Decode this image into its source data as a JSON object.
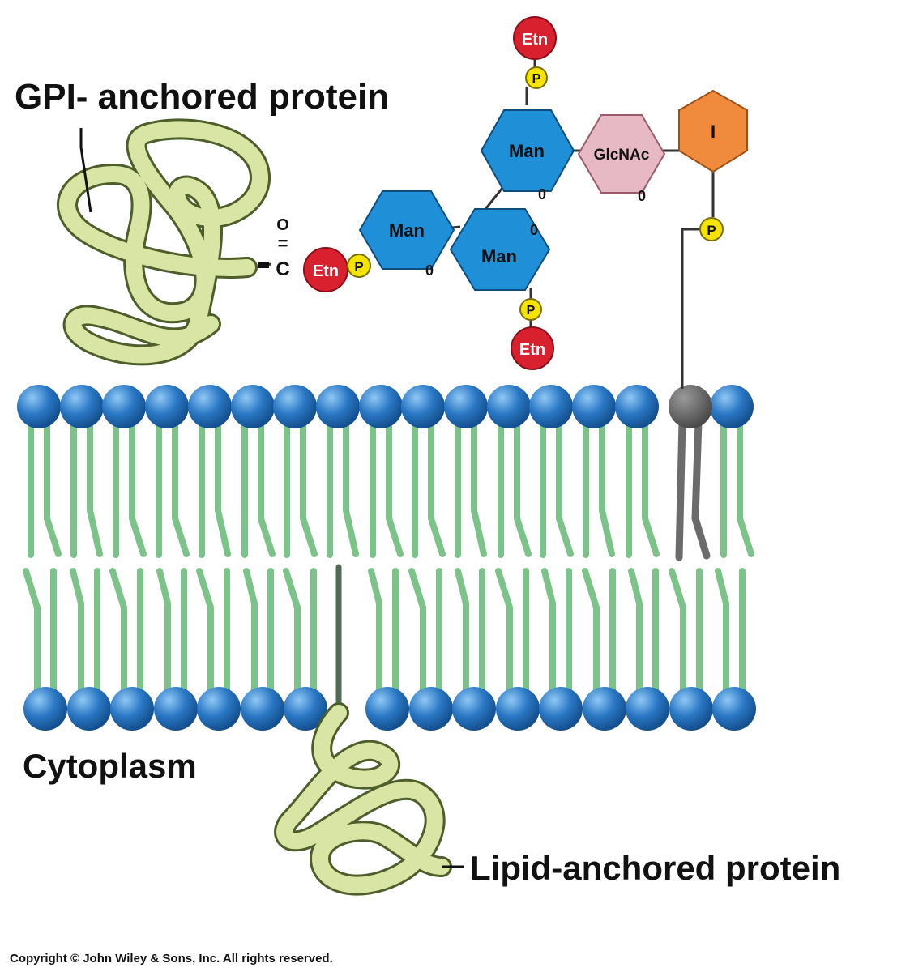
{
  "labels": {
    "gpi_protein": "GPI- anchored protein",
    "cytoplasm": "Cytoplasm",
    "lipid_protein": "Lipid-anchored protein",
    "copyright": "Copyright © John Wiley & Sons, Inc. All rights reserved."
  },
  "linkage": {
    "carbonyl_o": "O",
    "carbonyl_double": "=",
    "carbon": "C"
  },
  "residues": {
    "etn": "Etn",
    "phosphate": "P",
    "man": "Man",
    "glcnac": "GlcNAc",
    "inositol": "I",
    "oxygen": "0"
  },
  "colors": {
    "man": "#1f8fd8",
    "glcnac": "#e6b9c4",
    "inositol": "#f08a3c",
    "etn": "#d9202e",
    "phosphate": "#f4e400",
    "lipid_head": "#2a77c4",
    "lipid_tail": "#7cc38a",
    "protein": "#d8e5a4",
    "anchor": "#6b6b6b"
  }
}
